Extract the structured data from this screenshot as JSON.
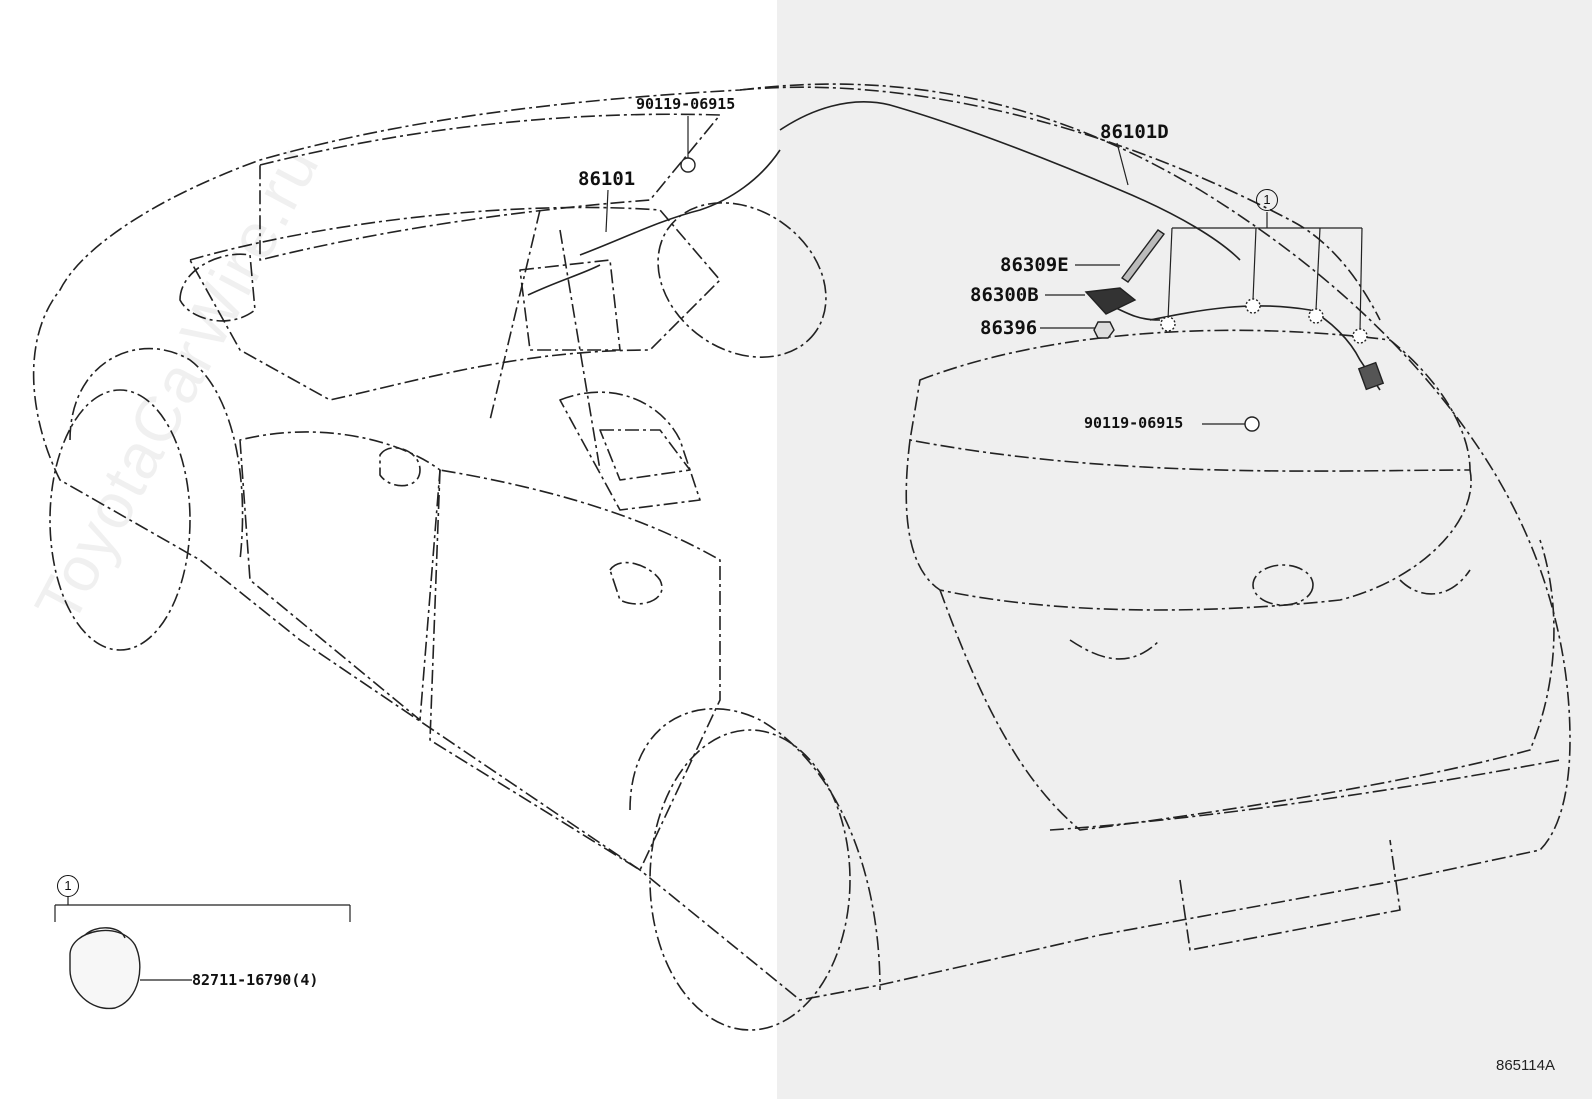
{
  "diagram": {
    "watermark": "ToyotaCarWire.ru",
    "figure_code": "865114A",
    "callouts": {
      "bolt_top": "90119-06915",
      "antenna_cord_front": "86101",
      "antenna_cord_roof": "86101D",
      "antenna_mast": "86309E",
      "antenna_base": "86300B",
      "antenna_nut": "86396",
      "bolt_rear": "90119-06915"
    },
    "group_marker": "1",
    "legend": {
      "marker": "1",
      "part": "82711-16790(4)"
    }
  }
}
